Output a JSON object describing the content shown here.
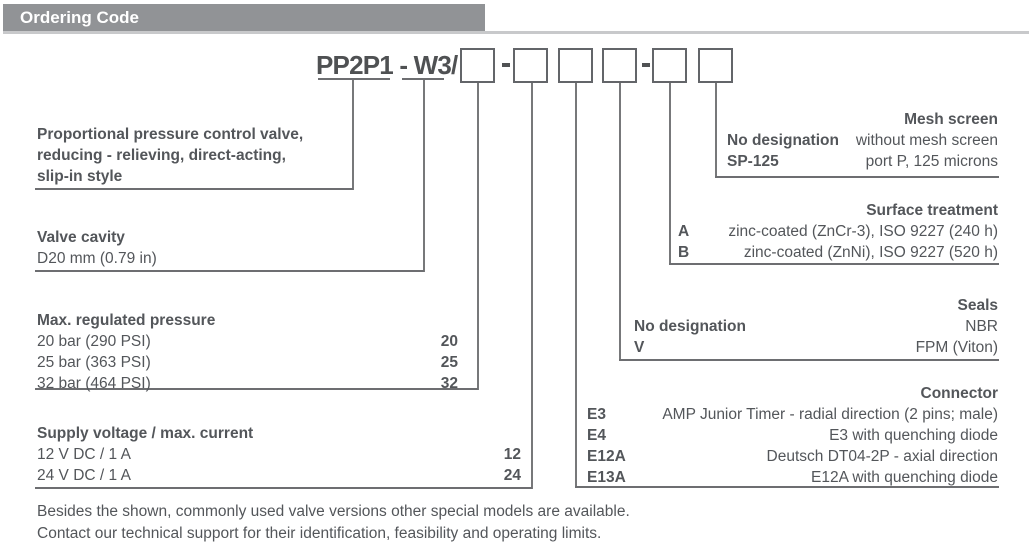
{
  "colors": {
    "header_bar": "#919396",
    "header_shadow": "#c8c9cb",
    "text": "#53565a",
    "line": "#6d6e71"
  },
  "header": {
    "title": "Ordering Code"
  },
  "code": {
    "model": "PP2P1",
    "variant": " - W3/"
  },
  "left_sections": [
    {
      "lines": [
        "Proportional pressure control valve,",
        "reducing - relieving, direct-acting,",
        "slip-in style"
      ]
    },
    {
      "title": "Valve cavity",
      "subtitle": "D20 mm (0.79 in)"
    },
    {
      "title": "Max. regulated pressure",
      "rows": [
        {
          "label": "20 bar (290 PSI)",
          "code": "20"
        },
        {
          "label": "25 bar (363 PSI)",
          "code": "25"
        },
        {
          "label": "32 bar (464 PSI)",
          "code": "32"
        }
      ]
    },
    {
      "title": "Supply voltage / max. current",
      "rows": [
        {
          "label": "12 V DC / 1 A",
          "code": "12"
        },
        {
          "label": "24 V DC / 1 A",
          "code": "24"
        }
      ]
    }
  ],
  "right_sections": [
    {
      "title": "Mesh screen",
      "rows": [
        {
          "code": "No designation",
          "label": "without mesh screen"
        },
        {
          "code": "SP-125",
          "label": "port P, 125 microns"
        }
      ]
    },
    {
      "title": "Surface treatment",
      "rows": [
        {
          "code": "A",
          "label": "zinc-coated (ZnCr-3), ISO 9227 (240 h)"
        },
        {
          "code": "B",
          "label": "zinc-coated (ZnNi), ISO 9227 (520 h)"
        }
      ]
    },
    {
      "title": "Seals",
      "rows": [
        {
          "code": "No designation",
          "label": "NBR"
        },
        {
          "code": "V",
          "label": "FPM (Viton)"
        }
      ]
    },
    {
      "title": "Connector",
      "rows": [
        {
          "code": "E3",
          "label": "AMP Junior Timer - radial direction (2 pins; male)"
        },
        {
          "code": "E4",
          "label": "E3 with quenching diode"
        },
        {
          "code": "E12A",
          "label": "Deutsch DT04-2P - axial direction"
        },
        {
          "code": "E13A",
          "label": "E12A with quenching diode"
        }
      ]
    }
  ],
  "footer": {
    "line1": "Besides the shown, commonly used valve versions other special models are available.",
    "line2": "Contact our technical support for their identification, feasibility and operating limits."
  }
}
